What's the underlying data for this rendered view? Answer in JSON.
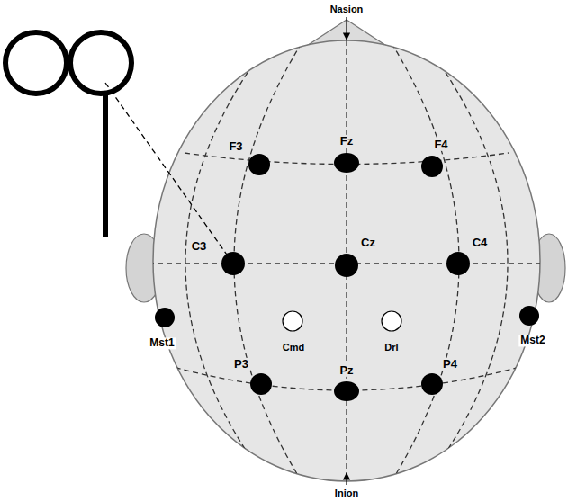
{
  "diagram": {
    "labels": [
      "Nasion",
      "F3",
      "Fz",
      "F4",
      "C3",
      "Cz",
      "C4",
      "Mst1",
      "Mst2",
      "Cmd",
      "Drl",
      "P3",
      "Pz",
      "P4",
      "Inion"
    ]
  }
}
